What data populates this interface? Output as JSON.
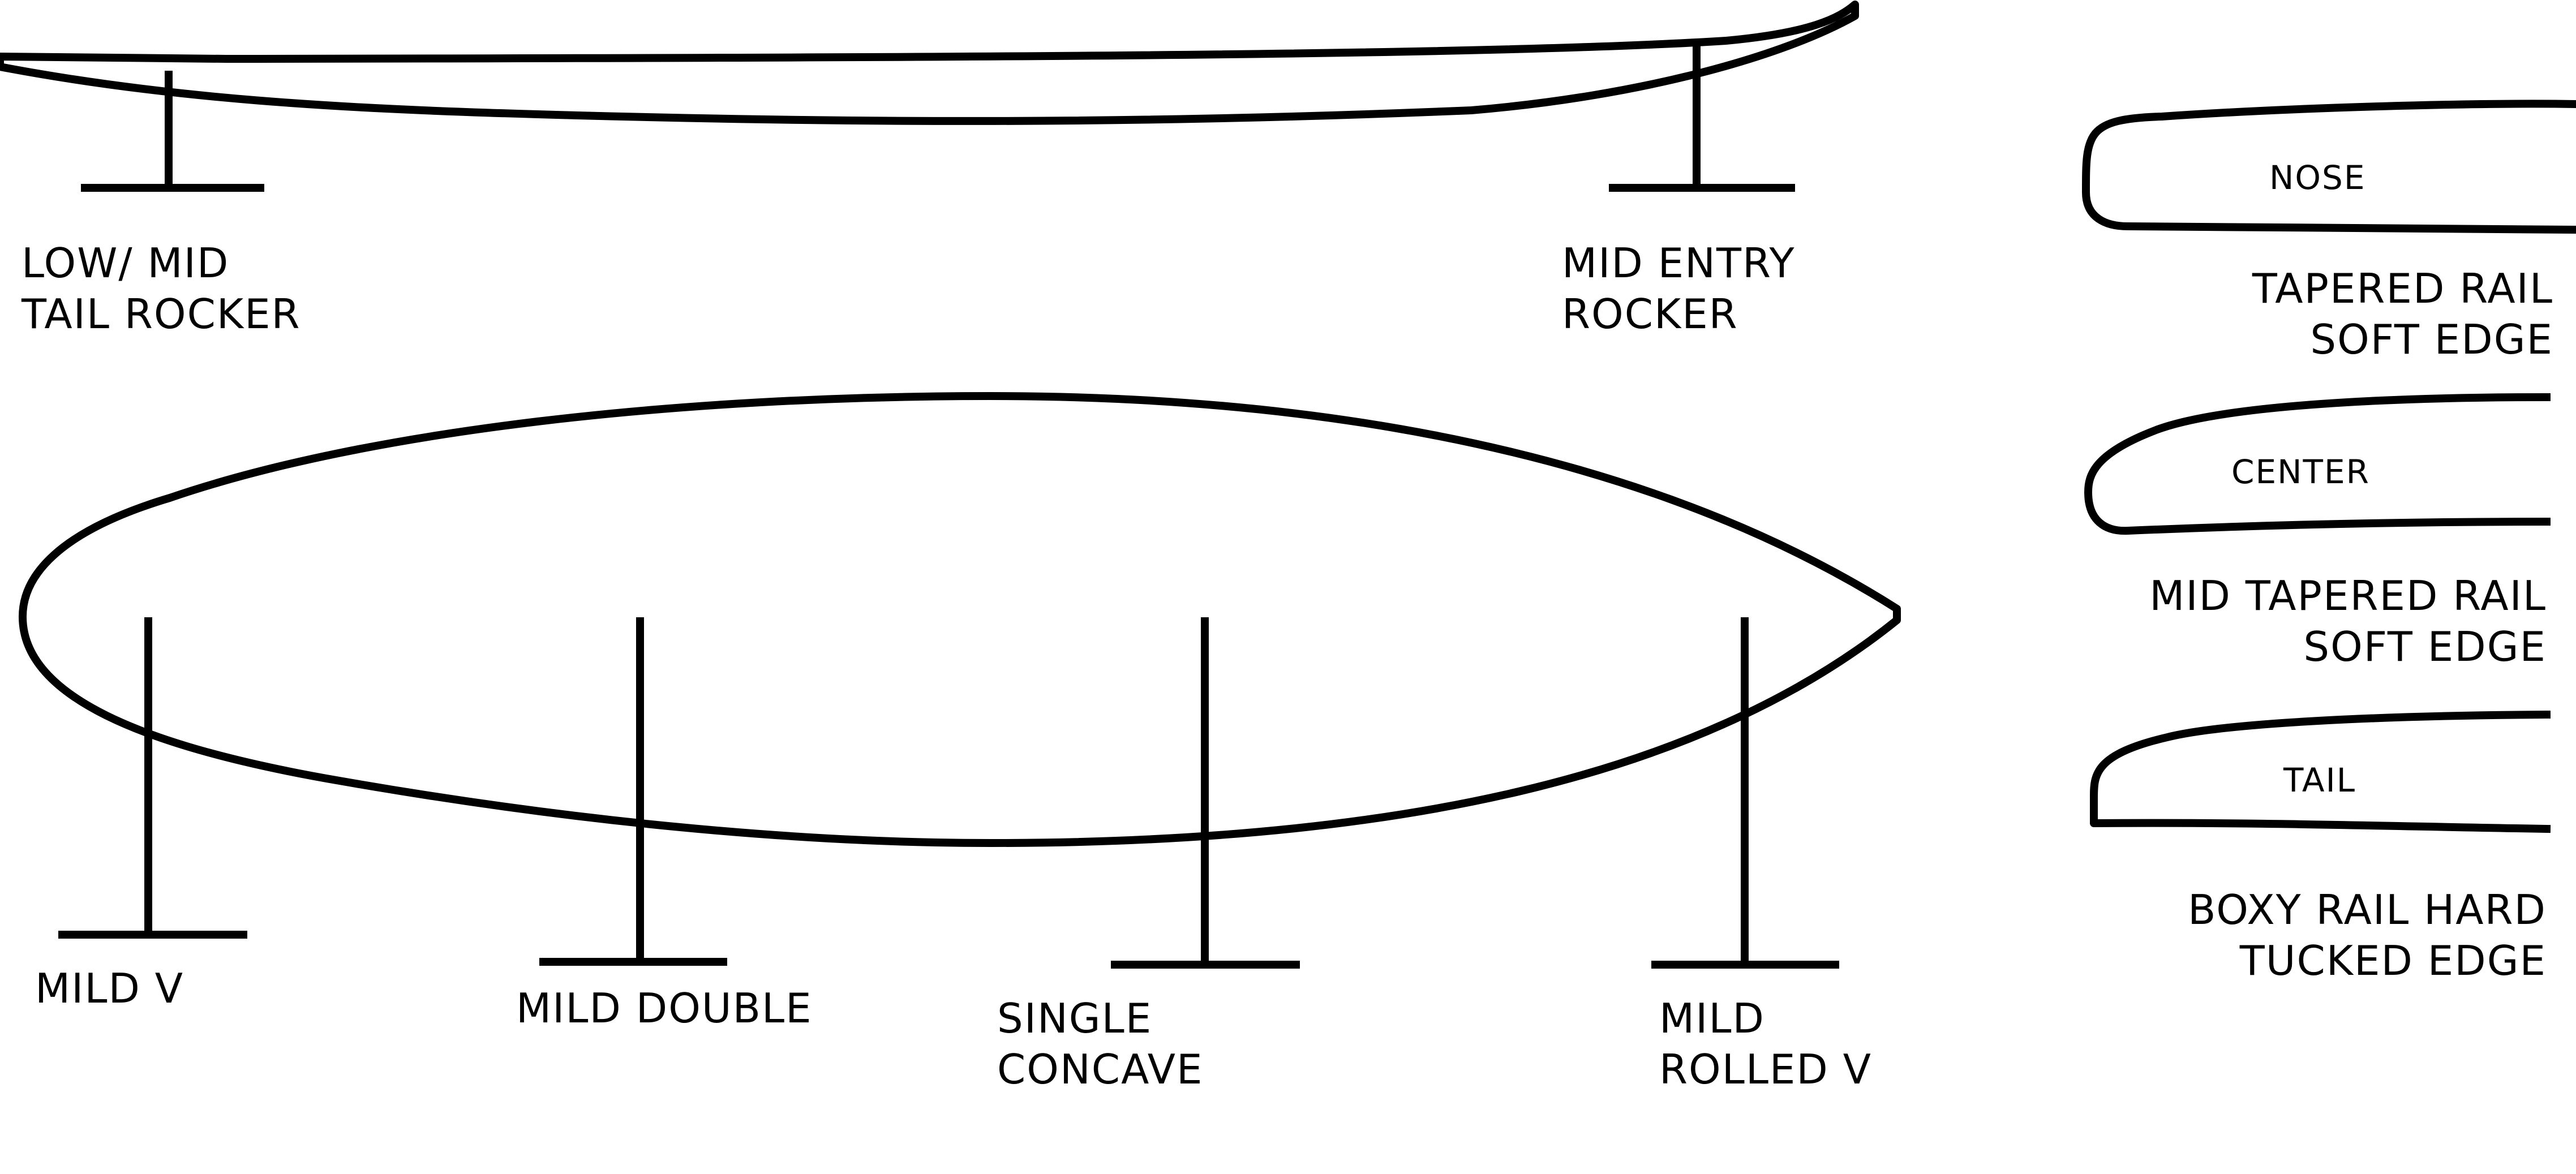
{
  "colors": {
    "stroke": "#000000",
    "background": "#ffffff"
  },
  "side_profile": {
    "tail_label": "LOW/ MID\nTAIL ROCKER",
    "entry_label": "MID ENTRY\nROCKER"
  },
  "bottom_view": {
    "labels": [
      "MILD V",
      "MILD DOUBLE",
      "SINGLE\nCONCAVE",
      "MILD\nROLLED V"
    ]
  },
  "rail_profiles": [
    {
      "section": "NOSE",
      "label": "TAPERED RAIL\nSOFT EDGE"
    },
    {
      "section": "CENTER",
      "label": "MID TAPERED RAIL\nSOFT EDGE"
    },
    {
      "section": "TAIL",
      "label": "BOXY RAIL HARD\nTUCKED EDGE"
    }
  ]
}
